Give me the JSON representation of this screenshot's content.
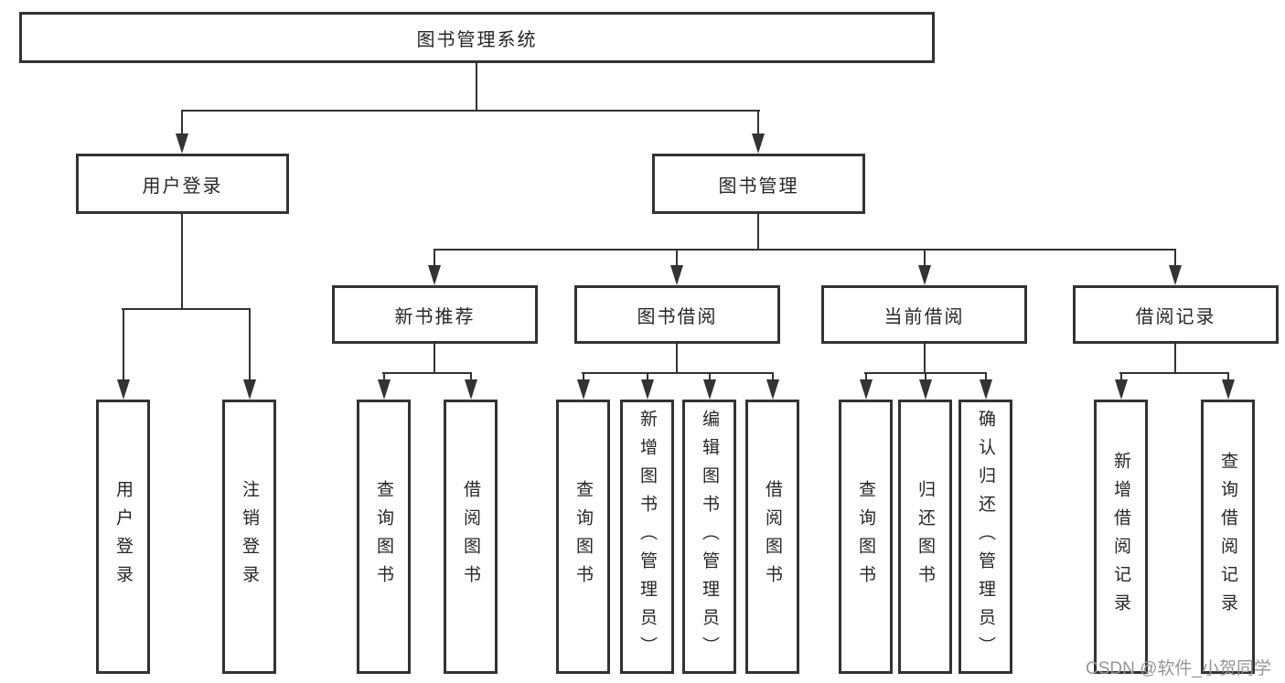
{
  "diagram_title": "图书管理系统",
  "tree": {
    "label": "图书管理系统",
    "children": [
      {
        "label": "用户登录",
        "children": [
          {
            "label": "用户登录"
          },
          {
            "label": "注销登录"
          }
        ]
      },
      {
        "label": "图书管理",
        "children": [
          {
            "label": "新书推荐",
            "children": [
              {
                "label": "查询图书"
              },
              {
                "label": "借阅图书"
              }
            ]
          },
          {
            "label": "图书借阅",
            "children": [
              {
                "label": "查询图书"
              },
              {
                "label": "新增图书（管理员）"
              },
              {
                "label": "编辑图书（管理员）"
              },
              {
                "label": "借阅图书"
              }
            ]
          },
          {
            "label": "当前借阅",
            "children": [
              {
                "label": "查询图书"
              },
              {
                "label": "归还图书"
              },
              {
                "label": "确认归还（管理员）"
              }
            ]
          },
          {
            "label": "借阅记录",
            "children": [
              {
                "label": "新增借阅记录"
              },
              {
                "label": "查询借阅记录"
              }
            ]
          }
        ]
      }
    ]
  },
  "watermark": {
    "text": "CSDN @软件_小贺同学"
  },
  "colors": {
    "line": "#333333",
    "text": "#262626",
    "watermark": "#969696",
    "background": "#ffffff"
  }
}
